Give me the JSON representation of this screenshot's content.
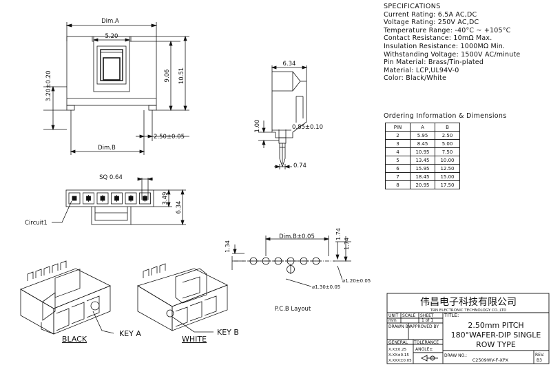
{
  "specifications": {
    "heading": "SPECIFICATIONS",
    "lines": [
      "Current Rating: 6.5A AC,DC",
      "Voltage Rating: 250V AC,DC",
      "Temperature Range: -40°C ~ +105°C",
      "Contact Resistance: 10mΩ Max.",
      "Insulation Resistance: 1000MΩ Min.",
      "Withstanding Voltage: 1500V AC/minute",
      "Pin Material: Brass/Tin-plated",
      "Material: LCP,UL94V-0",
      "Color: Black/White"
    ]
  },
  "ordering": {
    "title": "Ordering Information & Dimensions",
    "headers": [
      "PIN",
      "A",
      "B"
    ],
    "rows": [
      [
        "2",
        "5.95",
        "2.50"
      ],
      [
        "3",
        "8.45",
        "5.00"
      ],
      [
        "4",
        "10.95",
        "7.50"
      ],
      [
        "5",
        "13.45",
        "10.00"
      ],
      [
        "6",
        "15.95",
        "12.50"
      ],
      [
        "7",
        "18.45",
        "15.00"
      ],
      [
        "8",
        "20.95",
        "17.50"
      ]
    ]
  },
  "dimensions": {
    "dim_a": "Dim.A",
    "d_5_20": "5.20",
    "d_3_20": "3.20±0.20",
    "d_9_06": "9.06",
    "d_10_51": "10.51",
    "d_2_50": "2.50±0.05",
    "dim_b": "Dim.B",
    "d_6_34_side": "6.34",
    "d_1_00": "1.00",
    "d_0_85": "0.85±0.10",
    "d_0_74": "0.74",
    "sq": "SQ 0.64",
    "d_3_49": "3.49",
    "d_6_34_front": "6.34",
    "circuit1": "Circuit1",
    "pcb_dim_b": "Dim.B±0.05",
    "pcb_1_34": "1.34",
    "pcb_1_74a": "1.74",
    "pcb_1_74b": "1.74",
    "pcb_hole_1": "⌀1.30±0.05",
    "pcb_hole_2": "⌀1.20±0.05",
    "pcb_layout": "P.C.B Layout"
  },
  "views": {
    "black": "BLACK",
    "white": "WHITE",
    "key_a": "KEY A",
    "key_b": "KEY B"
  },
  "title_block": {
    "company_cn": "伟昌电子科技有限公司",
    "company_en": "TRN ELECTRONIC TECHNOLOGY CO.,LTD",
    "unit_label": "UNIT",
    "unit_value": "mm",
    "scale_label": "SCALE",
    "scale_value": "",
    "sheet_label": "SHEET",
    "sheet_value": "1 of 1",
    "title_label": "TITLE:",
    "title_line1": "2.50mm PITCH",
    "title_line2": "180°WAFER-DIP SINGLE",
    "title_line3": "ROW TYPE",
    "drawn_by": "DRAWN BY",
    "approved_by": "APPROVED BY",
    "general": "GENERAL",
    "tolerance": "TOLERANCE",
    "angle": "ANGLE±",
    "tol1": "X.X±0.25",
    "tol2": "X.XX±0.15",
    "tol3": "X.XXX±0.05",
    "draw_no_label": "DRAW NO.:",
    "draw_no_value": "C2509WV-F-XPX",
    "rev_label": "REV.",
    "rev_value": "B3"
  }
}
